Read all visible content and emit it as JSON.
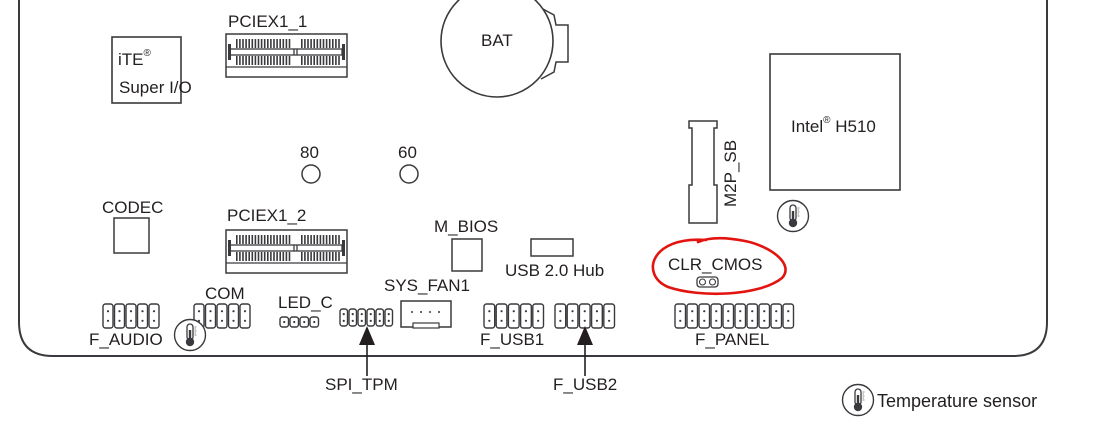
{
  "diagram": {
    "type": "motherboard-layout",
    "accent_color": "#e3140f",
    "line_color": "#3a3a3e",
    "components": {
      "ite_chip": {
        "line1": "iTE",
        "mark": "®",
        "line2": "Super I/O"
      },
      "pciex1_1": "PCIEX1_1",
      "pciex1_2": "PCIEX1_2",
      "battery": "BAT",
      "intel_chip": {
        "name": "Intel",
        "mark": "®",
        "model": "H510"
      },
      "m2p_sb": "M2P_SB",
      "hole_80": "80",
      "hole_60": "60",
      "codec": "CODEC",
      "m_bios": "M_BIOS",
      "usb_hub": "USB 2.0 Hub",
      "clr_cmos": "CLR_CMOS",
      "sys_fan1": "SYS_FAN1",
      "com": "COM",
      "led_c": "LED_C",
      "f_audio": "F_AUDIO",
      "f_usb1": "F_USB1",
      "f_panel": "F_PANEL",
      "spi_tpm": "SPI_TPM",
      "f_usb2": "F_USB2"
    },
    "highlighted": "CLR_CMOS",
    "legend": {
      "icon": "thermometer-icon",
      "label": "Temperature sensor"
    }
  }
}
